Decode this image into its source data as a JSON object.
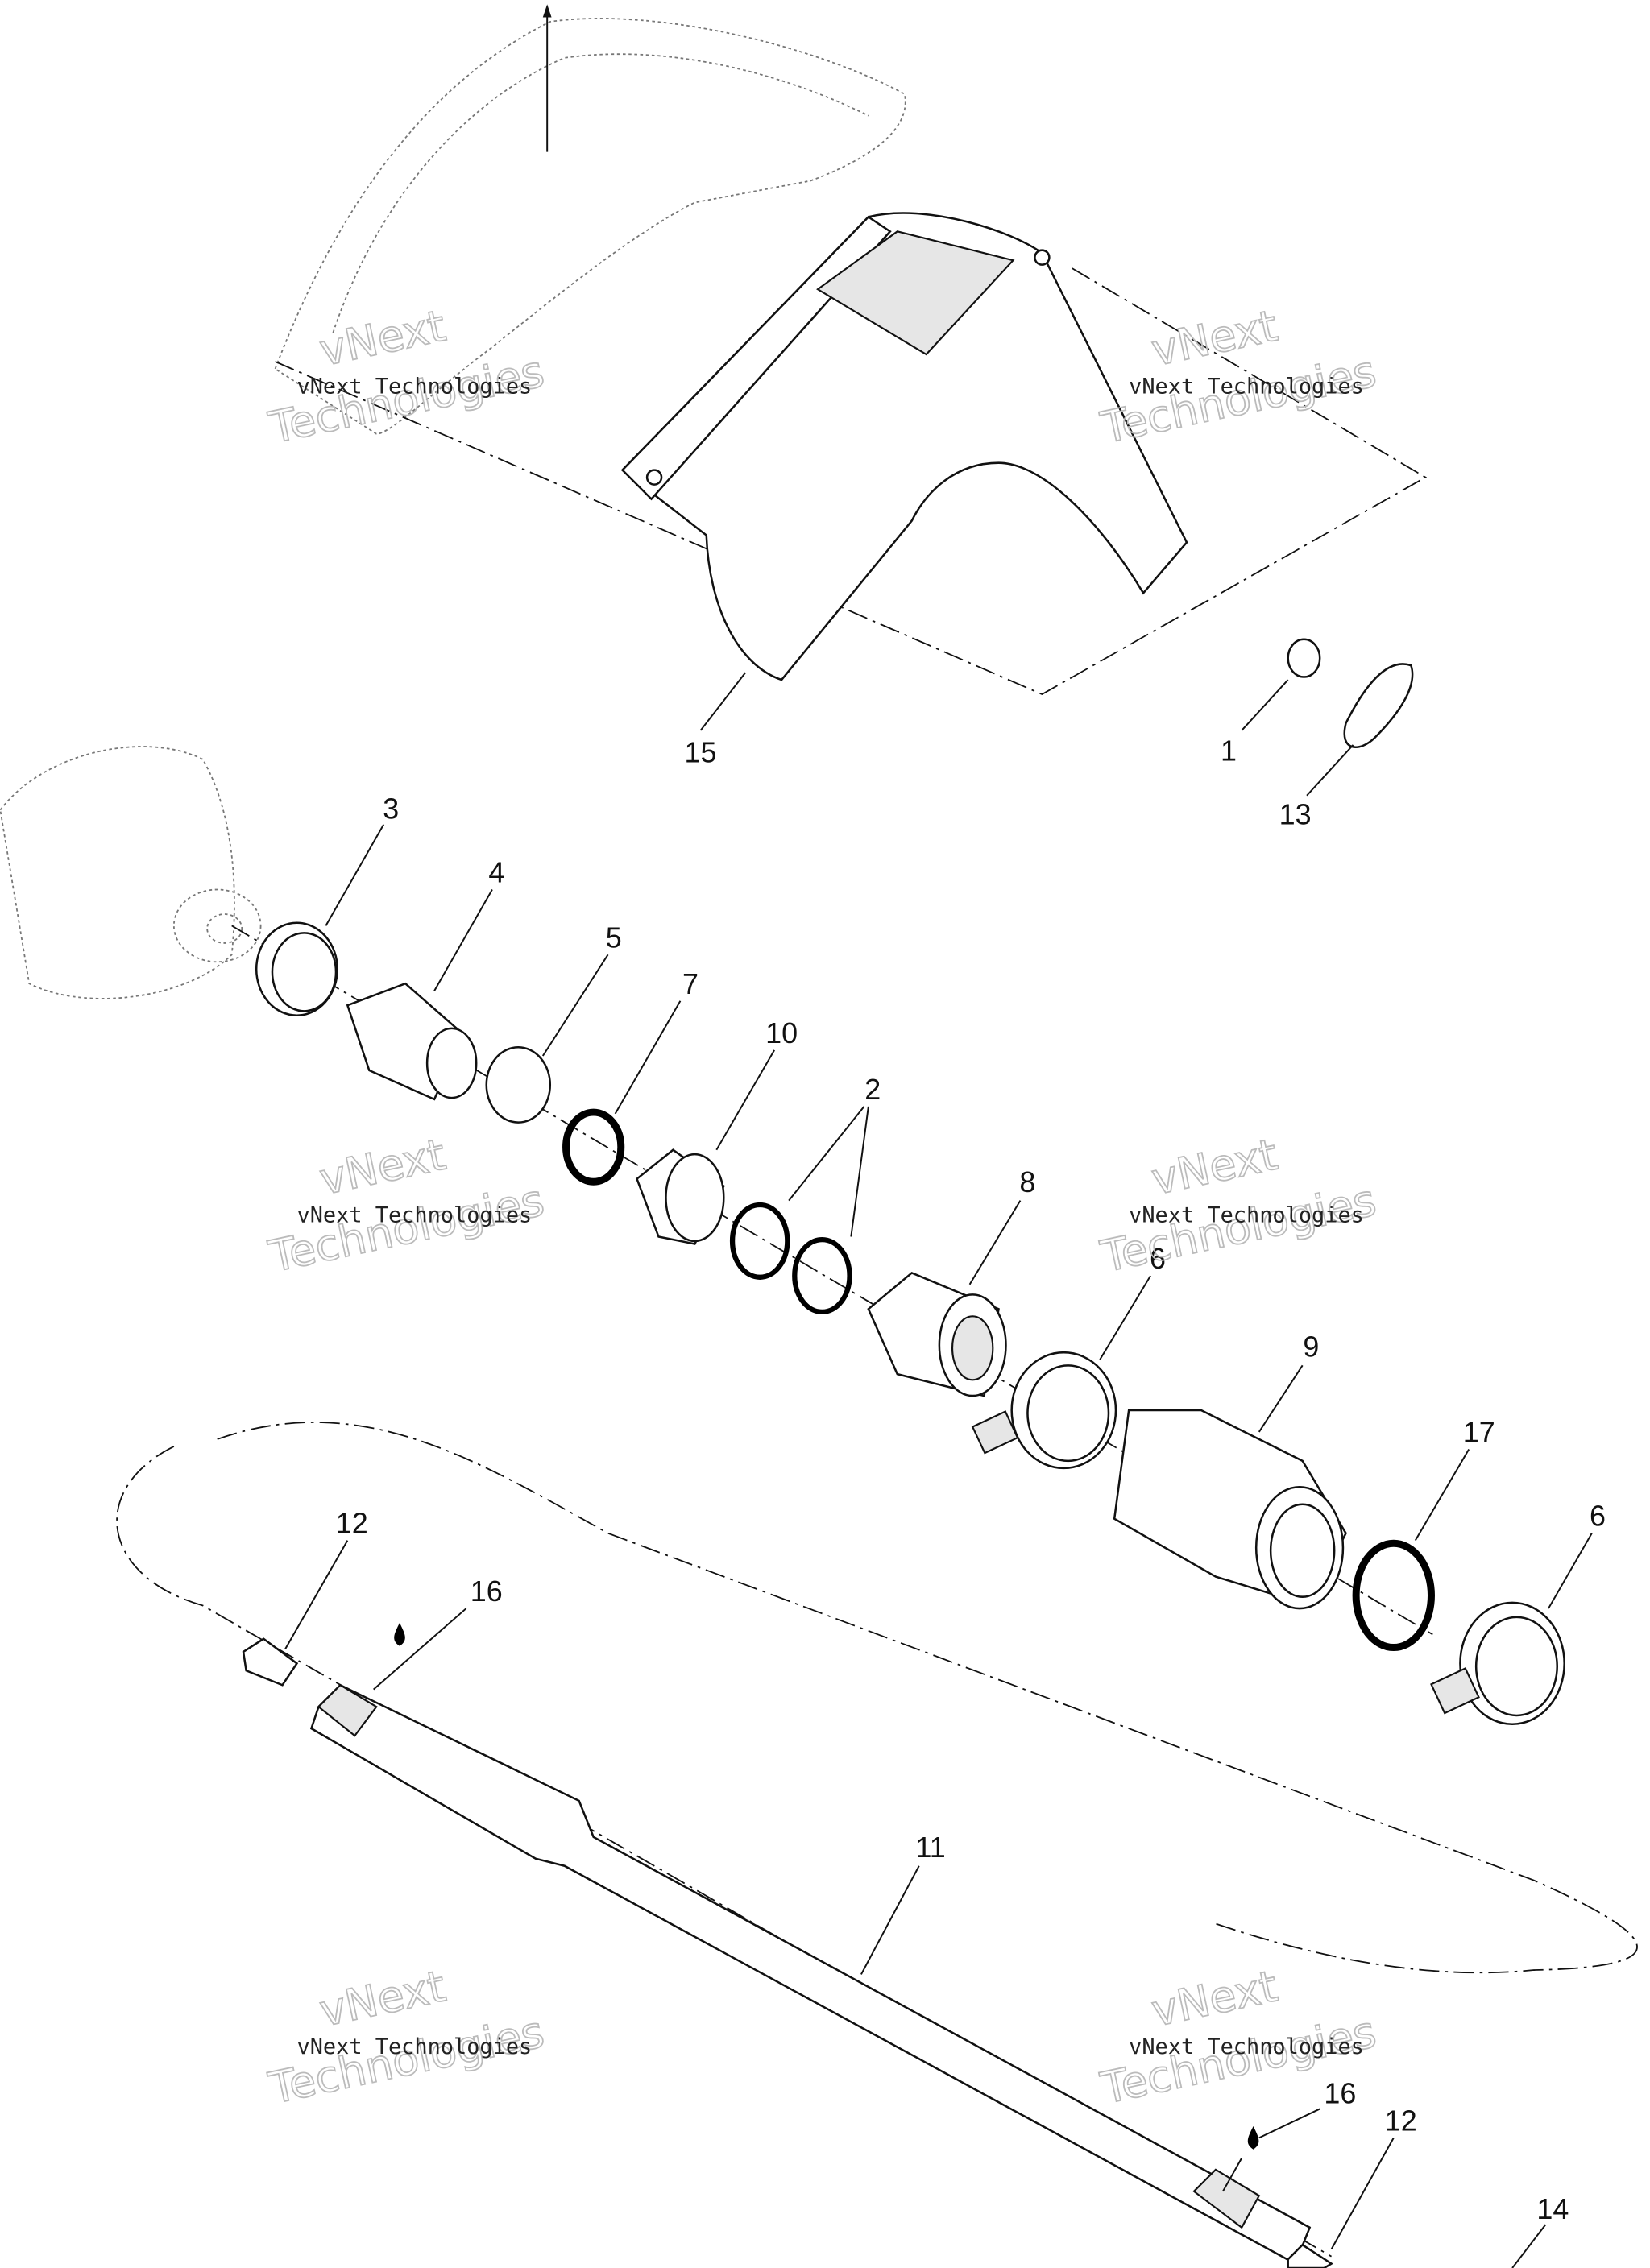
{
  "diagram": {
    "callouts": {
      "c1": "1",
      "c2": "2",
      "c3": "3",
      "c4": "4",
      "c5": "5",
      "c6a": "6",
      "c6b": "6",
      "c7": "7",
      "c8": "8",
      "c9": "9",
      "c10": "10",
      "c11": "11",
      "c12a": "12",
      "c12b": "12",
      "c13": "13",
      "c14": "14",
      "c15": "15",
      "c16a": "16",
      "c16b": "16",
      "c17": "17"
    },
    "watermark": {
      "small": "vNext Technologies",
      "big_line1": "vNext",
      "big_line2": "Technologies"
    }
  }
}
